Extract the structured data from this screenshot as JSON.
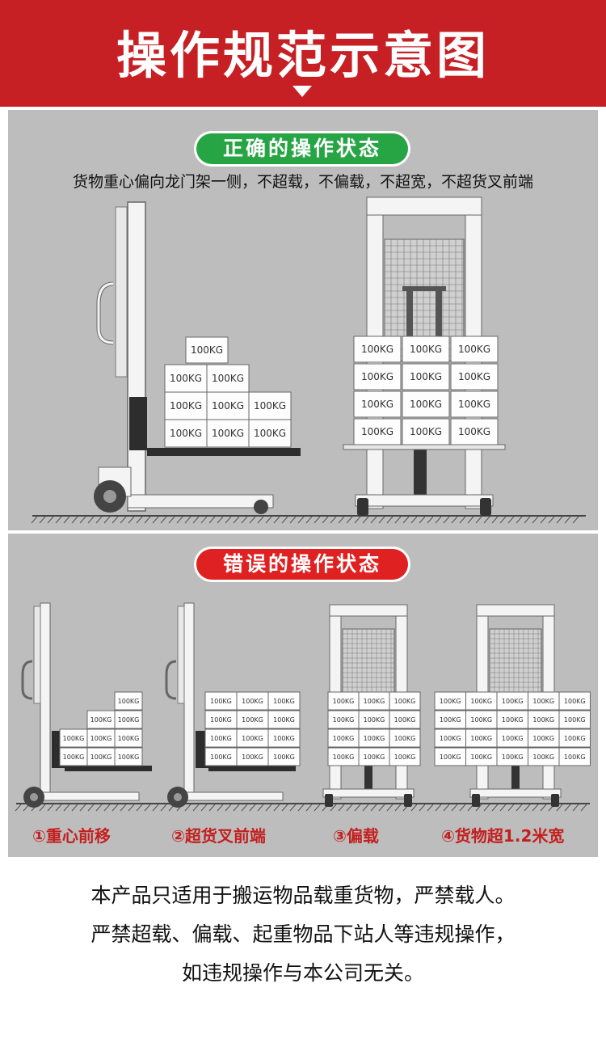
{
  "header": {
    "title": "操作规范示意图"
  },
  "correct": {
    "tag": "正确的操作状态",
    "subtitle": "货物重心偏向龙门架一侧，不超载，不偏载，不超宽，不超货叉前端"
  },
  "wrong": {
    "tag": "错误的操作状态",
    "labels": [
      "①重心前移",
      "②超货叉前端",
      "③偏载",
      "④货物超1.2米宽"
    ]
  },
  "box_label": "100KG",
  "notice": {
    "line1": "本产品只适用于搬运物品载重货物，严禁载人。",
    "line2": "严禁超载、偏载、起重物品下站人等违规操作，",
    "line3": "如违规操作与本公司无关。"
  },
  "colors": {
    "header": "#c62025",
    "green": "#27a545",
    "red": "#e02121",
    "panel": "#bdbdbd"
  }
}
